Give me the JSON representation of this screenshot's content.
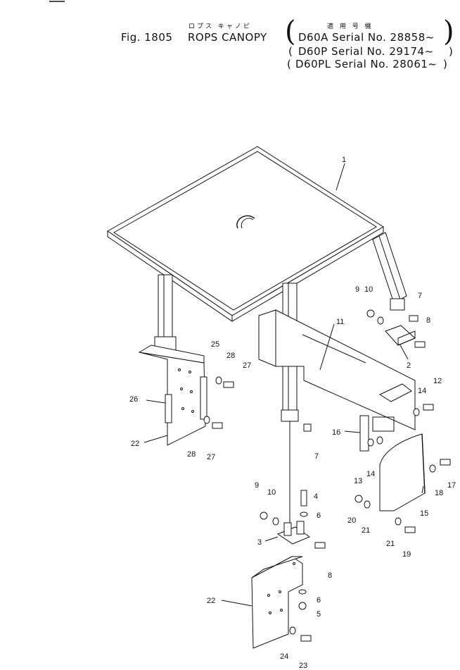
{
  "header": {
    "jp_title": "ロプス キャノピ",
    "jp_applicable": "適 用 号 機",
    "fig_label": "Fig. 1805",
    "title": "ROPS CANOPY",
    "applicability": [
      "D60A Serial No. 28858~",
      "D60P Serial No. 29174~",
      "D60PL Serial No. 28061~"
    ]
  },
  "callouts": [
    "1",
    "2",
    "3",
    "4",
    "5",
    "6",
    "6",
    "7",
    "7",
    "8",
    "8",
    "9",
    "9",
    "10",
    "10",
    "11",
    "12",
    "13",
    "14",
    "14",
    "15",
    "16",
    "17",
    "18",
    "19",
    "20",
    "21",
    "21",
    "22",
    "22",
    "23",
    "24",
    "25",
    "26",
    "27",
    "27",
    "28",
    "28"
  ]
}
